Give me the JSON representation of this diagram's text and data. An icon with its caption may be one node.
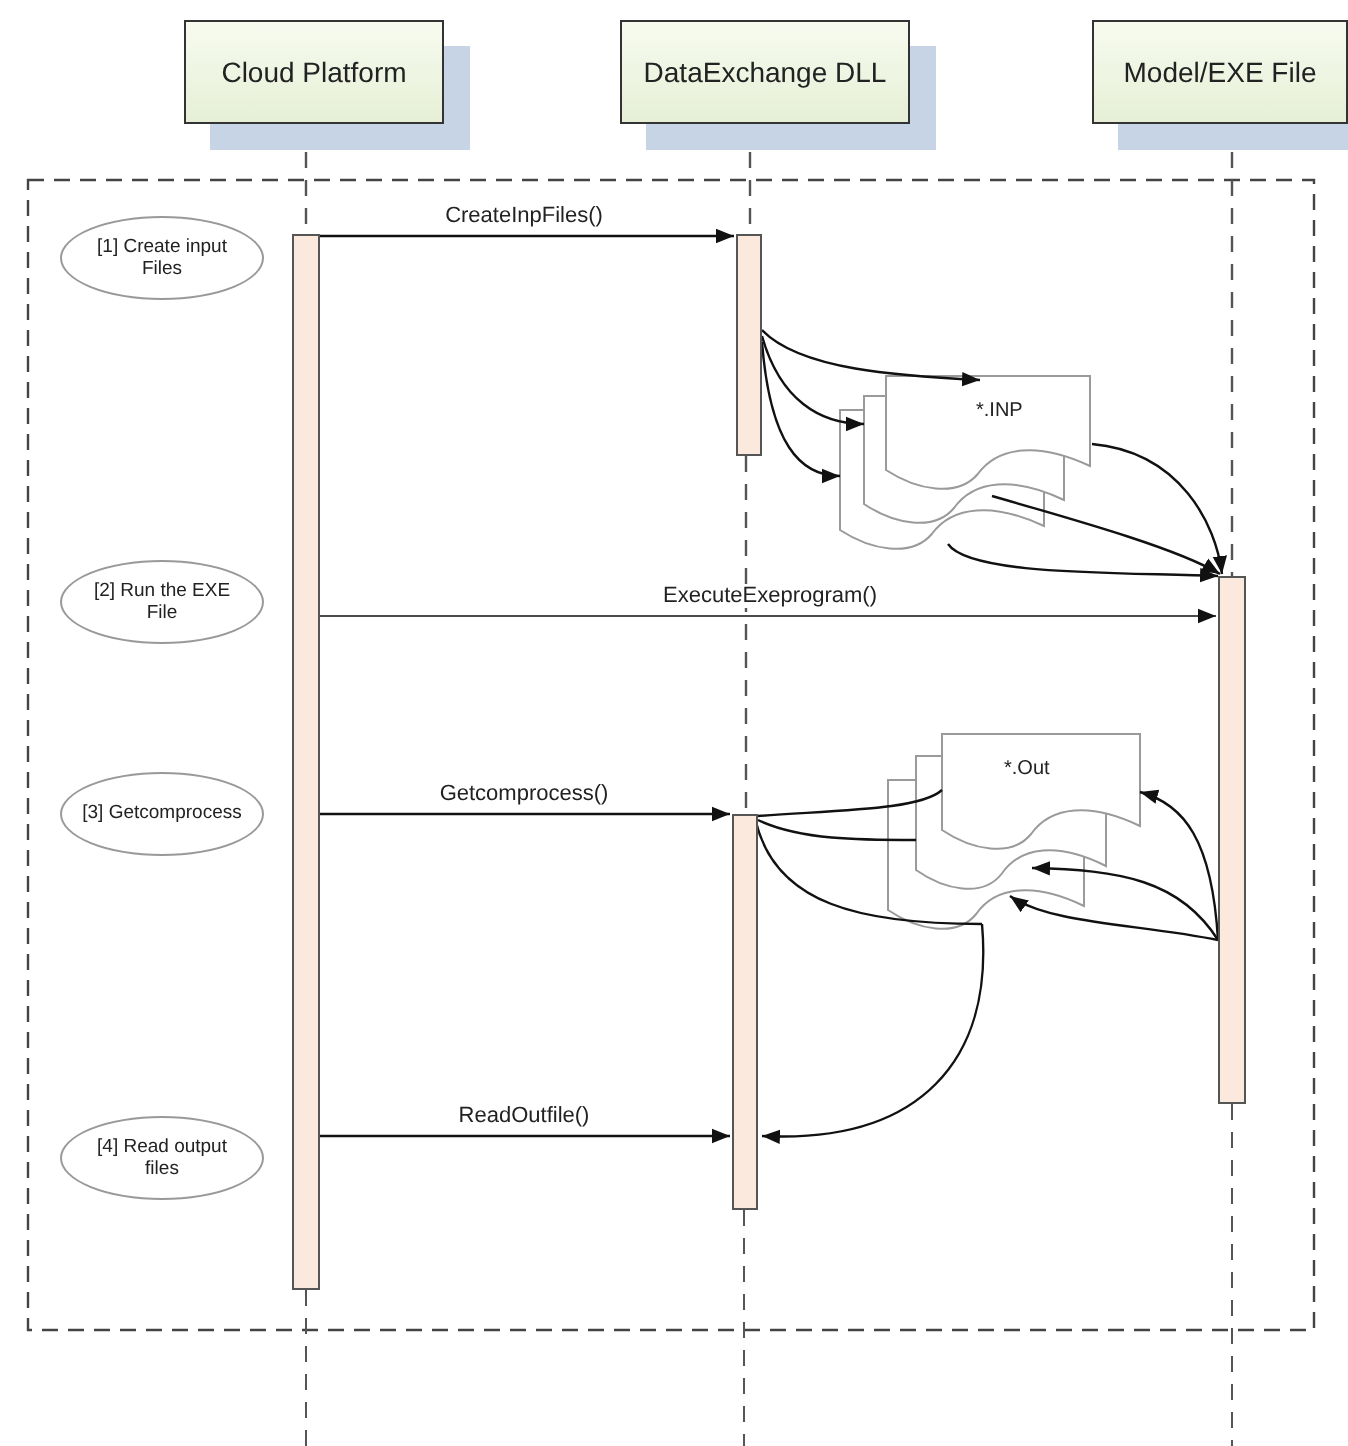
{
  "diagram": {
    "nodes": [
      {
        "text": [
          "Cloud Platform"
        ]
      },
      {
        "text": [
          "DataExchange DLL"
        ]
      },
      {
        "text": [
          "Model/EXE File"
        ]
      },
      {
        "text": [
          "[1] Create input Files"
        ]
      },
      {
        "text": [
          "[2] Run the EXE File"
        ]
      },
      {
        "text": [
          "[3] Getcomprocess"
        ]
      },
      {
        "text": [
          "[4] Read output files"
        ]
      },
      {
        "text": [],
        "shape": "bar"
      },
      {
        "text": [],
        "shape": "bar"
      },
      {
        "text": [],
        "shape": "bar"
      },
      {
        "text": [],
        "shape": "bar"
      },
      {
        "text": [
          "*.INP"
        ]
      },
      {
        "text": [
          "*.Out"
        ]
      }
    ],
    "edges": [
      {
        "from": 0,
        "to": 7,
        "arrow": "none",
        "style": "dashed"
      },
      {
        "from": 1,
        "to": 8,
        "arrow": "none",
        "style": "dashed"
      },
      {
        "from": 8,
        "to": 10,
        "arrow": "none",
        "style": "dashed"
      },
      {
        "from": 2,
        "to": 9,
        "arrow": "none",
        "style": "dashed"
      },
      {
        "from": 7,
        "to": 8,
        "arrow": "to",
        "label": "CreateInpFiles()"
      },
      {
        "from": 8,
        "to": 11,
        "arrow": "to"
      },
      {
        "from": 8,
        "to": 11,
        "arrow": "to"
      },
      {
        "from": 8,
        "to": 11,
        "arrow": "to"
      },
      {
        "from": 11,
        "to": 9,
        "arrow": "to"
      },
      {
        "from": 11,
        "to": 9,
        "arrow": "to"
      },
      {
        "from": 11,
        "to": 9,
        "arrow": "to"
      },
      {
        "from": 7,
        "to": 9,
        "arrow": "to",
        "label": "ExecuteExeprogram()"
      },
      {
        "from": 7,
        "to": 10,
        "arrow": "to",
        "label": "Getcomprocess()"
      },
      {
        "from": 10,
        "to": 12,
        "arrow": "none"
      },
      {
        "from": 10,
        "to": 12,
        "arrow": "none"
      },
      {
        "from": 9,
        "to": 12,
        "arrow": "to"
      },
      {
        "from": 9,
        "to": 12,
        "arrow": "to"
      },
      {
        "from": 9,
        "to": 12,
        "arrow": "to"
      },
      {
        "from": 12,
        "to": 10,
        "arrow": "to"
      },
      {
        "from": 10,
        "to": 12,
        "arrow": "none"
      },
      {
        "from": 7,
        "to": 10,
        "arrow": "to",
        "label": "ReadOutfile()"
      }
    ]
  }
}
